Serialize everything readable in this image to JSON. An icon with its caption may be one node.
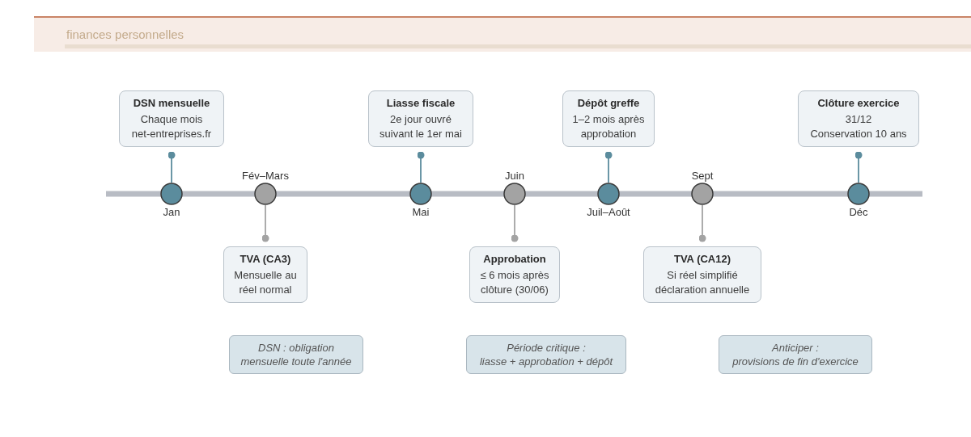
{
  "diagram": {
    "nodes": [
      {
        "text": [
          "DSN mensuelle",
          "Chaque mois",
          "net-entreprises.fr"
        ]
      },
      {
        "text": [
          "Liasse fiscale",
          "2e jour ouvré suivant le 1er mai"
        ]
      },
      {
        "text": [
          "Dépôt greffe",
          "1–2 mois après approbation"
        ]
      },
      {
        "text": [
          "Clôture exercice",
          "31/12",
          "Conservation 10 ans"
        ]
      },
      {
        "text": [
          "Jan"
        ]
      },
      {
        "text": [
          "Fév–Mars"
        ]
      },
      {
        "text": [
          "Mai"
        ]
      },
      {
        "text": [
          "Juin"
        ]
      },
      {
        "text": [
          "Juil–Août"
        ]
      },
      {
        "text": [
          "Sept"
        ]
      },
      {
        "text": [
          "Déc"
        ]
      },
      {
        "text": [
          "TVA (CA3)",
          "Mensuelle au réel normal"
        ]
      },
      {
        "text": [
          "Approbation",
          "≤ 6 mois après clôture (30/06)"
        ]
      },
      {
        "text": [
          "TVA (CA12)",
          "Si réel simplifié déclaration annuelle"
        ]
      },
      {
        "text": [
          "DSN : obligation mensuelle toute l'année"
        ]
      },
      {
        "text": [
          "Période critique :",
          "liasse + approbation + dépôt"
        ]
      },
      {
        "text": [
          "Anticiper :",
          "provisions de fin d'exercice"
        ]
      }
    ],
    "edges": [
      {
        "from": 0,
        "to": 4,
        "arrow": "other"
      },
      {
        "from": 1,
        "to": 6,
        "arrow": "other"
      },
      {
        "from": 2,
        "to": 8,
        "arrow": "other"
      },
      {
        "from": 3,
        "to": 10,
        "arrow": "other"
      },
      {
        "from": 11,
        "to": 5,
        "arrow": "other",
        "color": "#a3a3a3"
      },
      {
        "from": 12,
        "to": 7,
        "arrow": "other",
        "color": "#a3a3a3"
      },
      {
        "from": 13,
        "to": 9,
        "arrow": "other",
        "color": "#a3a3a3"
      }
    ],
    "labels": [
      "finances personnelles"
    ]
  }
}
